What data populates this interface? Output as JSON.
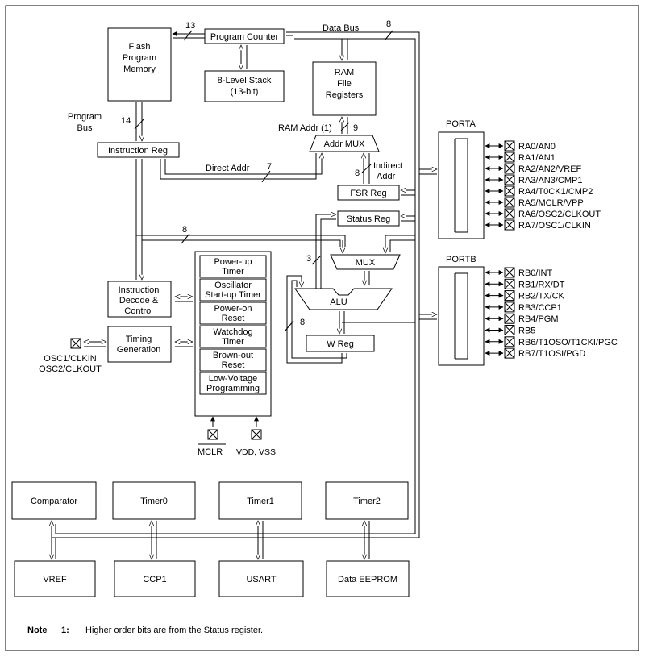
{
  "blocks": {
    "flash": [
      "Flash",
      "Program",
      "Memory"
    ],
    "program_counter": "Program Counter",
    "stack": [
      "8-Level Stack",
      "(13-bit)"
    ],
    "ram": [
      "RAM",
      "File",
      "Registers"
    ],
    "instruction_reg": "Instruction Reg",
    "addr_mux": "Addr MUX",
    "fsr_reg": "FSR Reg",
    "status_reg": "Status Reg",
    "mux": "MUX",
    "alu": "ALU",
    "w_reg": "W Reg",
    "instruction_decode": [
      "Instruction",
      "Decode &",
      "Control"
    ],
    "timing_generation": [
      "Timing",
      "Generation"
    ],
    "timers_panel": [
      [
        "Power-up",
        "Timer"
      ],
      [
        "Oscillator",
        "Start-up Timer"
      ],
      [
        "Power-on",
        "Reset"
      ],
      [
        "Watchdog",
        "Timer"
      ],
      [
        "Brown-out",
        "Reset"
      ],
      [
        "Low-Voltage",
        "Programming"
      ]
    ],
    "comparator": "Comparator",
    "timer0": "Timer0",
    "timer1": "Timer1",
    "timer2": "Timer2",
    "vref": "VREF",
    "ccp1": "CCP1",
    "usart": "USART",
    "data_eeprom": "Data EEPROM"
  },
  "labels": {
    "data_bus": "Data Bus",
    "program_bus": [
      "Program",
      "Bus"
    ],
    "ram_addr": "RAM Addr (1)",
    "direct_addr": "Direct Addr",
    "indirect_addr": [
      "Indirect",
      "Addr"
    ],
    "bus_widths": {
      "pc": "13",
      "data_bus": "8",
      "program_bus": "14",
      "ram_addr": "9",
      "direct_addr": "7",
      "fsr": "8",
      "ir_bus": "8",
      "mux": "3",
      "alu_w": "8"
    },
    "osc_pins": [
      "OSC1/CLKIN",
      "OSC2/CLKOUT"
    ],
    "mclr": "MCLR",
    "vdd_vss": "VDD, VSS"
  },
  "porta": {
    "title": "PORTA",
    "pins": [
      "RA0/AN0",
      "RA1/AN1",
      "RA2/AN2/VREF",
      "RA3/AN3/CMP1",
      "RA4/T0CK1/CMP2",
      "RA5/MCLR/VPP",
      "RA6/OSC2/CLKOUT",
      "RA7/OSC1/CLKIN"
    ]
  },
  "portb": {
    "title": "PORTB",
    "pins": [
      "RB0/INT",
      "RB1/RX/DT",
      "RB2/TX/CK",
      "RB3/CCP1",
      "RB4/PGM",
      "RB5",
      "RB6/T1OSO/T1CKI/PGC",
      "RB7/T1OSI/PGD"
    ]
  },
  "note": {
    "label": "Note",
    "number": "1:",
    "text": "Higher order bits are from the Status register."
  }
}
